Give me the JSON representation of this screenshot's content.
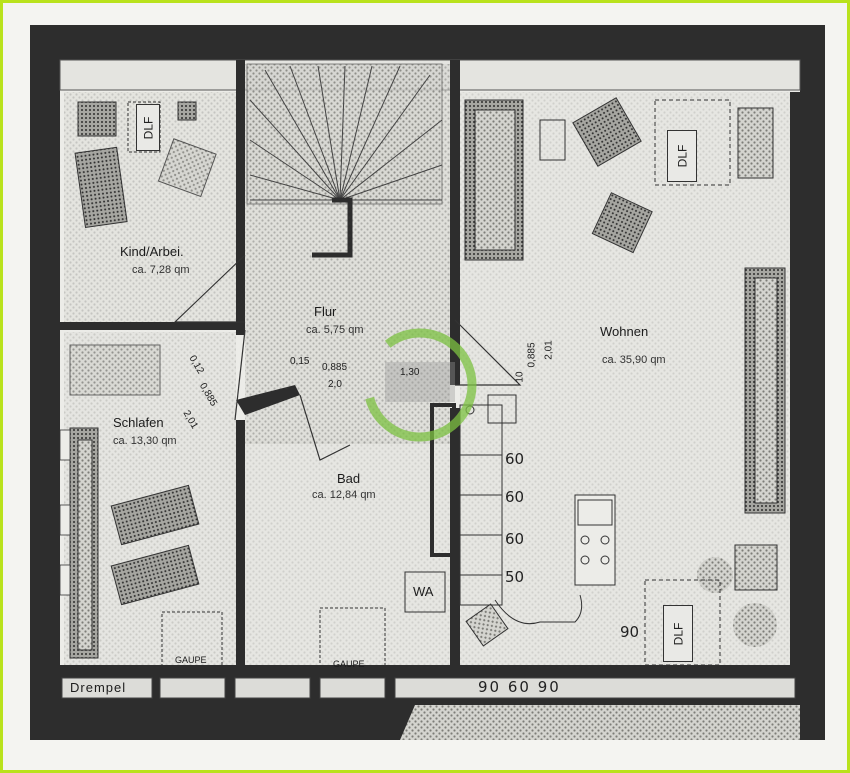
{
  "rooms": {
    "kind": {
      "name": "Kind/Arbei.",
      "area": "ca. 7,28 qm"
    },
    "flur": {
      "name": "Flur",
      "area": "ca. 5,75 qm"
    },
    "wohnen": {
      "name": "Wohnen",
      "area": "ca. 35,90 qm"
    },
    "schlafen": {
      "name": "Schlafen",
      "area": "ca. 13,30 qm"
    },
    "bad": {
      "name": "Bad",
      "area": "ca. 12,84 qm"
    }
  },
  "labels": {
    "gaupe_left": "GAUPE",
    "gaupe_center": "GAUPE",
    "drempel": "Drempel",
    "wa": "WA",
    "dlf": "DLF"
  },
  "dimensions": {
    "d_012": "0,12",
    "d_0885_left": "0,885",
    "d_201_left": "2,01",
    "d_015": "0,15",
    "d_0885_center": "0,885",
    "d_20": "2,0",
    "d_130": "1,30",
    "d_010": "10",
    "d_0885_right": "0,885",
    "d_201_right": "2,01"
  },
  "handwritten": {
    "k60a": "60",
    "k60b": "60",
    "k60c": "60",
    "k50": "50",
    "k90": "90",
    "bottom": "90  60  90"
  },
  "colors": {
    "wall": "#2d2d2d",
    "floor": "#ecece8",
    "hatch": "#9a9a9a",
    "frame": "#b9e21c",
    "watermark": "#7dc242"
  }
}
